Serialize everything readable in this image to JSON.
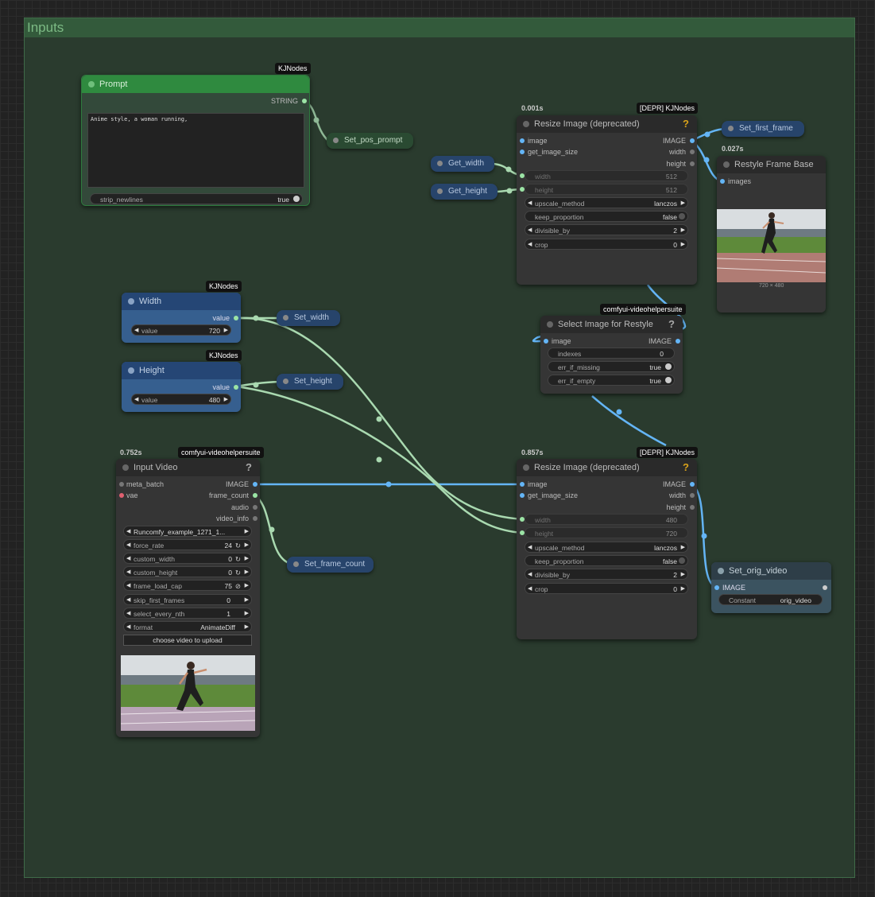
{
  "group": {
    "title": "Inputs"
  },
  "prompt": {
    "badge": "KJNodes",
    "title": "Prompt",
    "output": "STRING",
    "text": "Anime style, a woman running,",
    "strip_label": "strip_newlines",
    "strip_value": "true"
  },
  "set_pos_prompt": {
    "title": "Set_pos_prompt"
  },
  "get_width": {
    "title": "Get_width"
  },
  "get_height": {
    "title": "Get_height"
  },
  "resize1": {
    "time": "0.001s",
    "badge": "[DEPR] KJNodes",
    "title": "Resize Image (deprecated)",
    "help": "?",
    "in_image": "image",
    "in_size": "get_image_size",
    "out_image": "IMAGE",
    "out_width": "width",
    "out_height": "height",
    "w_width_label": "width",
    "w_width_val": "512",
    "w_height_label": "height",
    "w_height_val": "512",
    "w_upscale_label": "upscale_method",
    "w_upscale_val": "lanczos",
    "w_keep_label": "keep_proportion",
    "w_keep_val": "false",
    "w_div_label": "divisible_by",
    "w_div_val": "2",
    "w_crop_label": "crop",
    "w_crop_val": "0"
  },
  "set_first_frame": {
    "title": "Set_first_frame"
  },
  "restyle": {
    "time": "0.027s",
    "title": "Restyle Frame Base",
    "in_images": "images",
    "img_dims": "720 × 480"
  },
  "width_node": {
    "badge": "KJNodes",
    "title": "Width",
    "out": "value",
    "w_label": "value",
    "w_val": "720"
  },
  "set_width": {
    "title": "Set_width"
  },
  "height_node": {
    "badge": "KJNodes",
    "title": "Height",
    "out": "value",
    "w_label": "value",
    "w_val": "480"
  },
  "set_height": {
    "title": "Set_height"
  },
  "select_img": {
    "badge": "comfyui-videohelpersuite",
    "title": "Select Image for Restyle",
    "help": "?",
    "in_image": "image",
    "out_image": "IMAGE",
    "w_idx_label": "indexes",
    "w_idx_val": "0",
    "w_miss_label": "err_if_missing",
    "w_miss_val": "true",
    "w_empty_label": "err_if_empty",
    "w_empty_val": "true"
  },
  "input_video": {
    "time": "0.752s",
    "badge": "comfyui-videohelpersuite",
    "title": "Input Video",
    "help": "?",
    "in_meta": "meta_batch",
    "in_vae": "vae",
    "out_image": "IMAGE",
    "out_fc": "frame_count",
    "out_audio": "audio",
    "out_info": "video_info",
    "w_video": "Runcomfy_example_1271_1...",
    "w_rate_label": "force_rate",
    "w_rate_val": "24",
    "w_cw_label": "custom_width",
    "w_cw_val": "0",
    "w_ch_label": "custom_height",
    "w_ch_val": "0",
    "w_cap_label": "frame_load_cap",
    "w_cap_val": "75",
    "w_skip_label": "skip_first_frames",
    "w_skip_val": "0",
    "w_nth_label": "select_every_nth",
    "w_nth_val": "1",
    "w_fmt_label": "format",
    "w_fmt_val": "AnimateDiff",
    "upload_btn": "choose video to upload"
  },
  "set_frame_count": {
    "title": "Set_frame_count"
  },
  "resize2": {
    "time": "0.857s",
    "badge": "[DEPR] KJNodes",
    "title": "Resize Image (deprecated)",
    "help": "?",
    "in_image": "image",
    "in_size": "get_image_size",
    "out_image": "IMAGE",
    "out_width": "width",
    "out_height": "height",
    "w_width_label": "width",
    "w_width_val": "480",
    "w_height_label": "height",
    "w_height_val": "720",
    "w_upscale_label": "upscale_method",
    "w_upscale_val": "lanczos",
    "w_keep_label": "keep_proportion",
    "w_keep_val": "false",
    "w_div_label": "divisible_by",
    "w_div_val": "2",
    "w_crop_label": "crop",
    "w_crop_val": "0"
  },
  "set_orig_video": {
    "title": "Set_orig_video",
    "in_image": "IMAGE",
    "w_label": "Constant",
    "w_val": "orig_video"
  },
  "icons": {
    "left_arrow": "◀",
    "right_arrow": "▶",
    "refresh": "↻",
    "null": "⊘"
  },
  "colors": {
    "image_wire": "#64b5f6",
    "int_wire": "#a9d9b0",
    "string_wire": "#8fb996",
    "group_bg": "#2a3b2e"
  }
}
